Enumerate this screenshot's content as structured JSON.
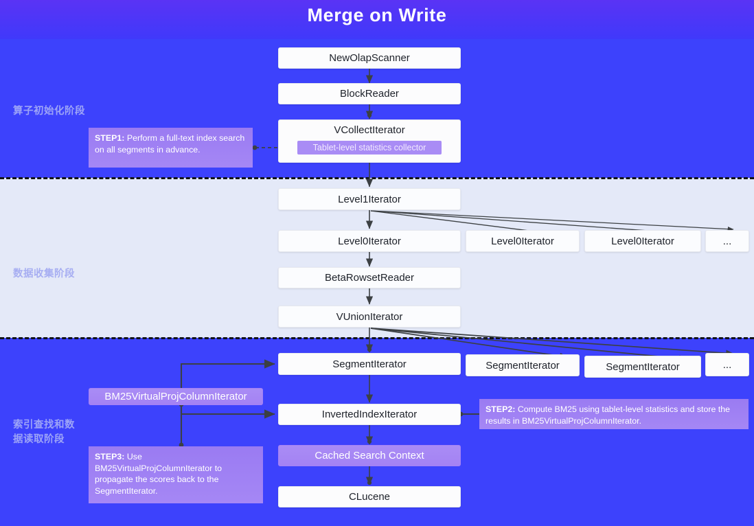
{
  "header": {
    "title": "Merge on Write",
    "bg_start": "#5a33f5",
    "bg_end": "#4039fb"
  },
  "colors": {
    "band_dark": "#3d42fc",
    "band_light": "#e4e9f8",
    "node_bg": "#fcfcfd",
    "purple": "#a482f4",
    "callout": "#9a7bf2",
    "stage_label": "#9da4f7",
    "wire": "#3c4043"
  },
  "stages": [
    {
      "id": "init",
      "label": "算子初始化阶段"
    },
    {
      "id": "collect",
      "label": "数据收集阶段"
    },
    {
      "id": "index",
      "label": "索引查找和数\n据读取阶段"
    }
  ],
  "nodes": {
    "new_olap_scanner": "NewOlapScanner",
    "block_reader": "BlockReader",
    "vcollect_iterator": "VCollectIterator",
    "tablet_stats_chip": "Tablet-level statistics collector",
    "level1_iterator": "Level1Iterator",
    "level0_iterator_1": "Level0Iterator",
    "level0_iterator_2": "Level0Iterator",
    "level0_iterator_3": "Level0Iterator",
    "level0_ellipsis": "...",
    "beta_rowset_reader": "BetaRowsetReader",
    "vunion_iterator": "VUnionIterator",
    "segment_iterator_1": "SegmentIterator",
    "segment_iterator_2": "SegmentIterator",
    "segment_iterator_3": "SegmentIterator",
    "segment_ellipsis": "...",
    "bm25_virtual_proj": "BM25VirtualProjColumnIterator",
    "inverted_index_iterator": "InvertedIndexIterator",
    "cached_search_context": "Cached Search Context",
    "clucene": "CLucene"
  },
  "callouts": {
    "step1": {
      "tag": "STEP1:",
      "text": " Perform a full-text index search on all segments in advance."
    },
    "step2": {
      "tag": "STEP2:",
      "text": " Compute BM25 using tablet-level statistics and store the results in BM25VirtualProjColumnIterator."
    },
    "step3": {
      "tag": "STEP3:",
      "text": " Use BM25VirtualProjColumnIterator to propagate the scores back to the SegmentIterator."
    }
  }
}
